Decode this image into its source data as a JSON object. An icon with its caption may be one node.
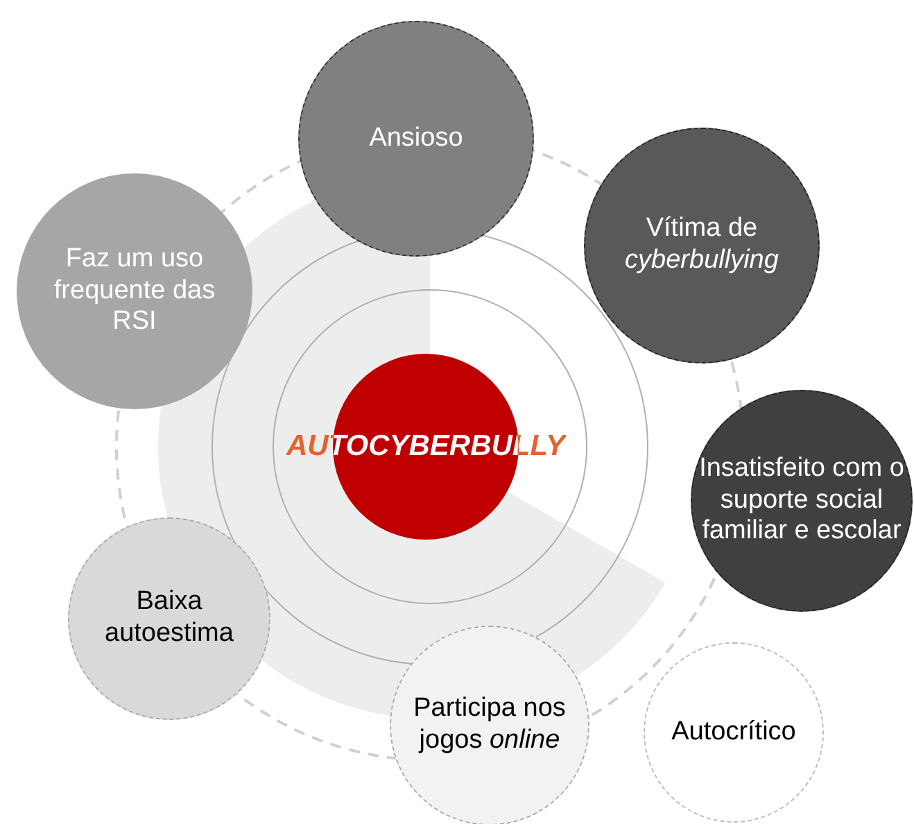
{
  "diagram": {
    "nodes": [
      {
        "text": [
          "AUTOCYBERBULLY"
        ]
      },
      {
        "text": [
          "Ansioso"
        ]
      },
      {
        "text": [
          "Vítima de *cyberbullying*"
        ]
      },
      {
        "text": [
          "Insatisfeito com o suporte social familiar e escolar"
        ]
      },
      {
        "text": [
          "Autocrítico"
        ]
      },
      {
        "text": [
          "Participa nos jogos *online*"
        ]
      },
      {
        "text": [
          "Baixa autoestima"
        ]
      },
      {
        "text": [
          "Faz um uso frequente das RSI"
        ]
      }
    ]
  }
}
